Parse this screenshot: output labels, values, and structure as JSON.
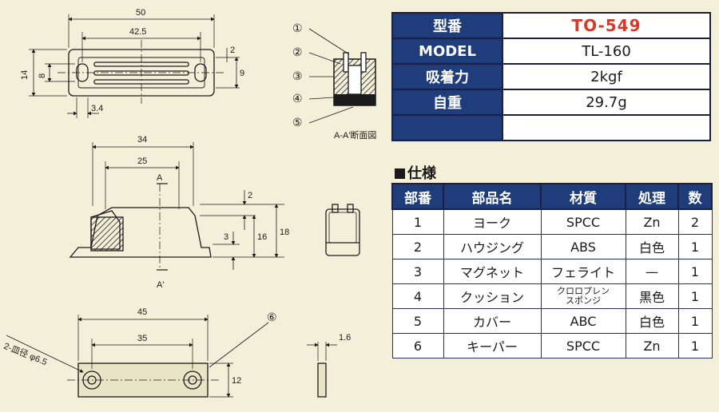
{
  "drawing": {
    "top_view": {
      "dim_overall": "50",
      "dim_holes": "42.5",
      "dim_height_outer": "14",
      "dim_height_inner": "8",
      "dim_slot": "2",
      "dim_right": "9",
      "dim_hole_offset": "3.4"
    },
    "section": {
      "callouts": [
        "①",
        "②",
        "③",
        "④",
        "⑤"
      ],
      "caption": "A-A'断面図"
    },
    "side_view": {
      "dim_body": "34",
      "dim_inner": "25",
      "section_a": "A",
      "section_a2": "A'",
      "dim_top": "2",
      "dim_foot": "3",
      "dim_mid": "16",
      "dim_total": "18"
    },
    "bottom_view": {
      "dim_overall": "45",
      "dim_holes": "35",
      "hole_note": "2-皿径 φ6.5",
      "callout": "⑥",
      "dim_height": "12",
      "dim_thickness": "1.6"
    }
  },
  "specs": {
    "rows": [
      {
        "label": "型番",
        "value": "TO-549"
      },
      {
        "label": "MODEL",
        "value": "TL-160"
      },
      {
        "label": "吸着力",
        "value": "2kgf"
      },
      {
        "label": "自重",
        "value": "29.7g"
      }
    ]
  },
  "parts": {
    "title": "仕様",
    "headers": [
      "部番",
      "部品名",
      "材質",
      "処理",
      "数"
    ],
    "rows": [
      {
        "no": "1",
        "name": "ヨーク",
        "material": "SPCC",
        "treatment": "Zn",
        "qty": "2"
      },
      {
        "no": "2",
        "name": "ハウジング",
        "material": "ABS",
        "treatment": "白色",
        "qty": "1"
      },
      {
        "no": "3",
        "name": "マグネット",
        "material": "フェライト",
        "treatment": "—",
        "qty": "1"
      },
      {
        "no": "4",
        "name": "クッション",
        "material_line1": "クロロプレン",
        "material_line2": "スポンジ",
        "treatment": "黒色",
        "qty": "1"
      },
      {
        "no": "5",
        "name": "カバー",
        "material": "ABC",
        "treatment": "白色",
        "qty": "1"
      },
      {
        "no": "6",
        "name": "キーパー",
        "material": "SPCC",
        "treatment": "Zn",
        "qty": "1"
      }
    ]
  }
}
